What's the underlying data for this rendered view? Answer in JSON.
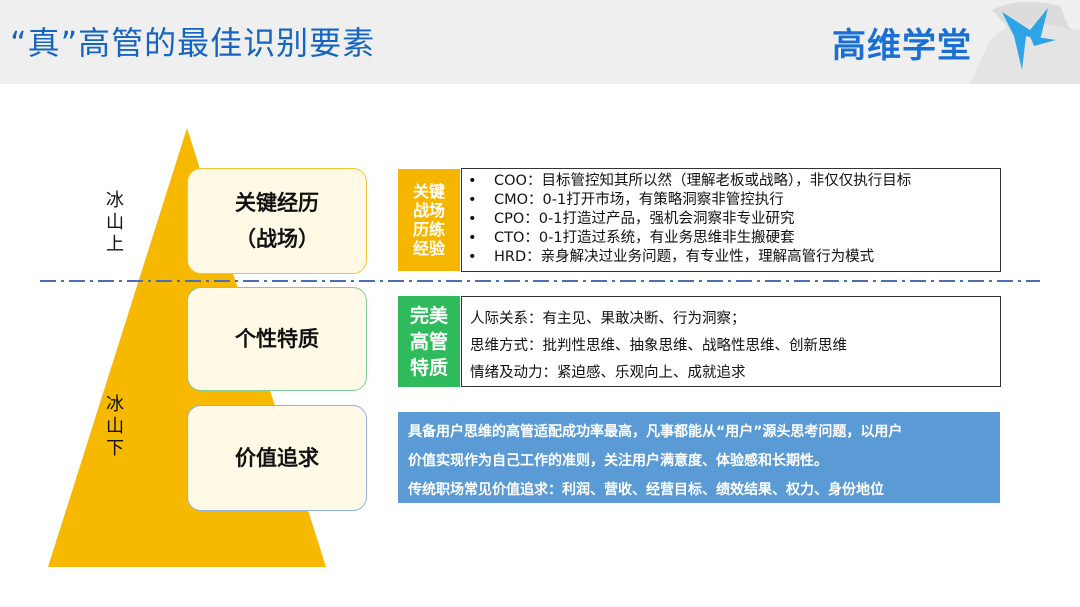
{
  "header": {
    "title": "“真”高管的最佳识别要素",
    "brand": "高维学堂"
  },
  "iceberg": {
    "above_label": [
      "冰",
      "山",
      "上"
    ],
    "below_label": [
      "冰",
      "山",
      "下"
    ]
  },
  "layers": [
    {
      "label_line1": "关键经历",
      "label_line2": "（战场）"
    },
    {
      "label_line1": "个性特质"
    },
    {
      "label_line1": "价值追求"
    }
  ],
  "tags": {
    "experience": [
      "关键",
      "战场",
      "历练",
      "经验"
    ],
    "traits": [
      "完美",
      "高管",
      "特质"
    ]
  },
  "experience_items": [
    "COO：目标管控知其所以然（理解老板或战略），非仅仅执行目标",
    "CMO：0-1打开市场，有策略洞察非管控执行",
    "CPO：0-1打造过产品，强机会洞察非专业研究",
    "CTO：0-1打造过系统，有业务思维非生搬硬套",
    "HRD：亲身解决过业务问题，有专业性，理解高管行为模式"
  ],
  "bullet": "•",
  "trait_items": [
    "人际关系：有主见、果敢决断、行为洞察；",
    "思维方式：批判性思维、抽象思维、战略性思维、创新思维",
    "情绪及动力：紧迫感、乐观向上、成就追求"
  ],
  "values_items": [
    "具备用户思维的高管适配成功率最高，凡事都能从“用户”源头思考问题，以用户",
    "价值实现作为自己工作的准则，关注用户满意度、体验感和长期性。",
    "传统职场常见价值追求：利润、营收、经营目标、绩效结果、权力、身份地位"
  ],
  "colors": {
    "title": "#1565c0",
    "pyramid": "#f7b900",
    "divider": "#4a6fb5",
    "tag_gold": "#f6b600",
    "tag_green": "#2fbb5b",
    "values_bg": "#5b9bd5"
  }
}
